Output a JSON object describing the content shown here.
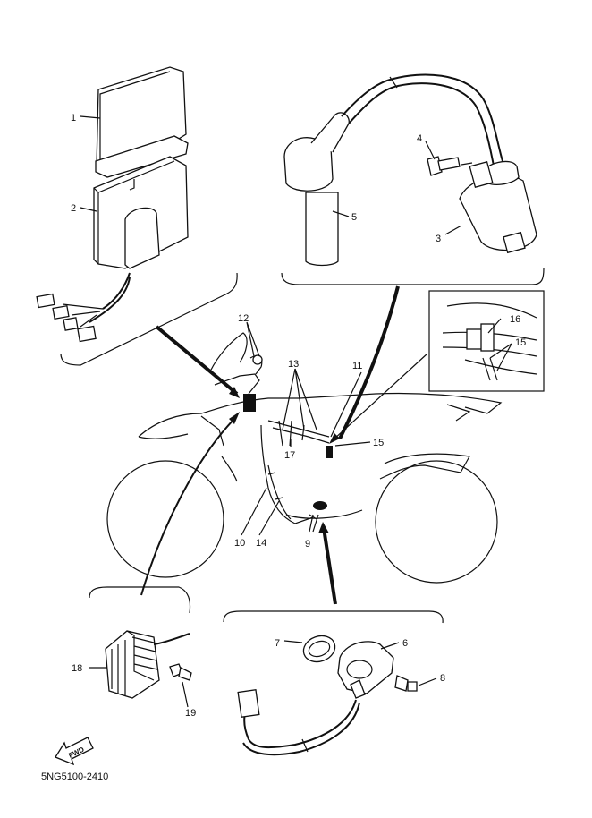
{
  "diagram_code": "5NG5100-2410",
  "fwd_label": "FWD",
  "callouts": [
    {
      "id": "c1",
      "label": "1"
    },
    {
      "id": "c2",
      "label": "2"
    },
    {
      "id": "c3",
      "label": "3"
    },
    {
      "id": "c4",
      "label": "4"
    },
    {
      "id": "c5",
      "label": "5"
    },
    {
      "id": "c6",
      "label": "6"
    },
    {
      "id": "c7",
      "label": "7"
    },
    {
      "id": "c8",
      "label": "8"
    },
    {
      "id": "c9",
      "label": "9"
    },
    {
      "id": "c10",
      "label": "10"
    },
    {
      "id": "c11",
      "label": "11"
    },
    {
      "id": "c12",
      "label": "12"
    },
    {
      "id": "c13",
      "label": "13"
    },
    {
      "id": "c14",
      "label": "14"
    },
    {
      "id": "c15a",
      "label": "15"
    },
    {
      "id": "c15b",
      "label": "15"
    },
    {
      "id": "c16",
      "label": "16"
    },
    {
      "id": "c17",
      "label": "17"
    },
    {
      "id": "c18",
      "label": "18"
    },
    {
      "id": "c19",
      "label": "19"
    }
  ]
}
